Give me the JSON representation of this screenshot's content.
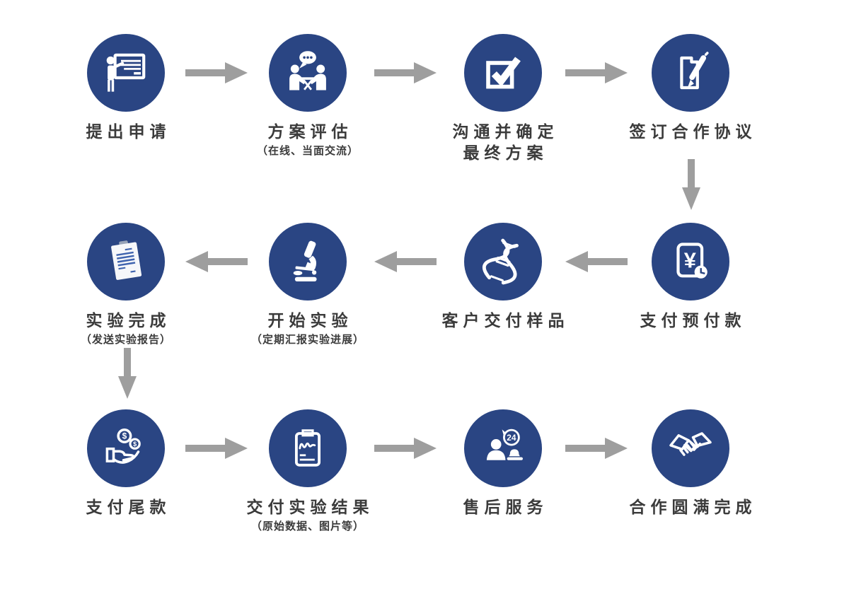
{
  "flow": {
    "colors": {
      "circle_blue": "#2a4583",
      "arrow_gray": "#9e9e9e",
      "text_dark": "#3b3b3b",
      "clipboard_paper": "#f6f7fa",
      "clipboard_clip": "#97a3b8",
      "clipboard_lines": "#3f63ae"
    },
    "symbols": {
      "yuan": "¥",
      "dollar": "$",
      "hours": "24"
    },
    "steps": [
      {
        "label": "提出申请",
        "sublabel": "",
        "icon": "presentation-icon"
      },
      {
        "label": "方案评估",
        "sublabel": "（在线、当面交流）",
        "icon": "meeting-icon"
      },
      {
        "label": "沟通并确定\n最终方案",
        "sublabel": "",
        "icon": "checkbox-icon"
      },
      {
        "label": "签订合作协议",
        "sublabel": "",
        "icon": "contract-pen-icon"
      },
      {
        "label": "支付预付款",
        "sublabel": "",
        "icon": "prepaid-payment-icon"
      },
      {
        "label": "客户交付样品",
        "sublabel": "",
        "icon": "dna-icon"
      },
      {
        "label": "开始实验",
        "sublabel": "（定期汇报实验进展）",
        "icon": "microscope-icon"
      },
      {
        "label": "实验完成",
        "sublabel": "（发送实验报告）",
        "icon": "report-clipboard-icon"
      },
      {
        "label": "支付尾款",
        "sublabel": "",
        "icon": "coins-hand-icon"
      },
      {
        "label": "交付实验结果",
        "sublabel": "（原始数据、图片等）",
        "icon": "results-clipboard-icon"
      },
      {
        "label": "售后服务",
        "sublabel": "",
        "icon": "service-24h-icon"
      },
      {
        "label": "合作圆满完成",
        "sublabel": "",
        "icon": "handshake-icon"
      }
    ],
    "connections": [
      {
        "from": "提出申请",
        "to": "方案评估",
        "direction": "right"
      },
      {
        "from": "方案评估",
        "to": "沟通并确定最终方案",
        "direction": "right"
      },
      {
        "from": "沟通并确定最终方案",
        "to": "签订合作协议",
        "direction": "right"
      },
      {
        "from": "签订合作协议",
        "to": "支付预付款",
        "direction": "down"
      },
      {
        "from": "支付预付款",
        "to": "客户交付样品",
        "direction": "left"
      },
      {
        "from": "客户交付样品",
        "to": "开始实验",
        "direction": "left"
      },
      {
        "from": "开始实验",
        "to": "实验完成",
        "direction": "left"
      },
      {
        "from": "实验完成",
        "to": "支付尾款",
        "direction": "down"
      },
      {
        "from": "支付尾款",
        "to": "交付实验结果",
        "direction": "right"
      },
      {
        "from": "交付实验结果",
        "to": "售后服务",
        "direction": "right"
      },
      {
        "from": "售后服务",
        "to": "合作圆满完成",
        "direction": "right"
      }
    ]
  }
}
